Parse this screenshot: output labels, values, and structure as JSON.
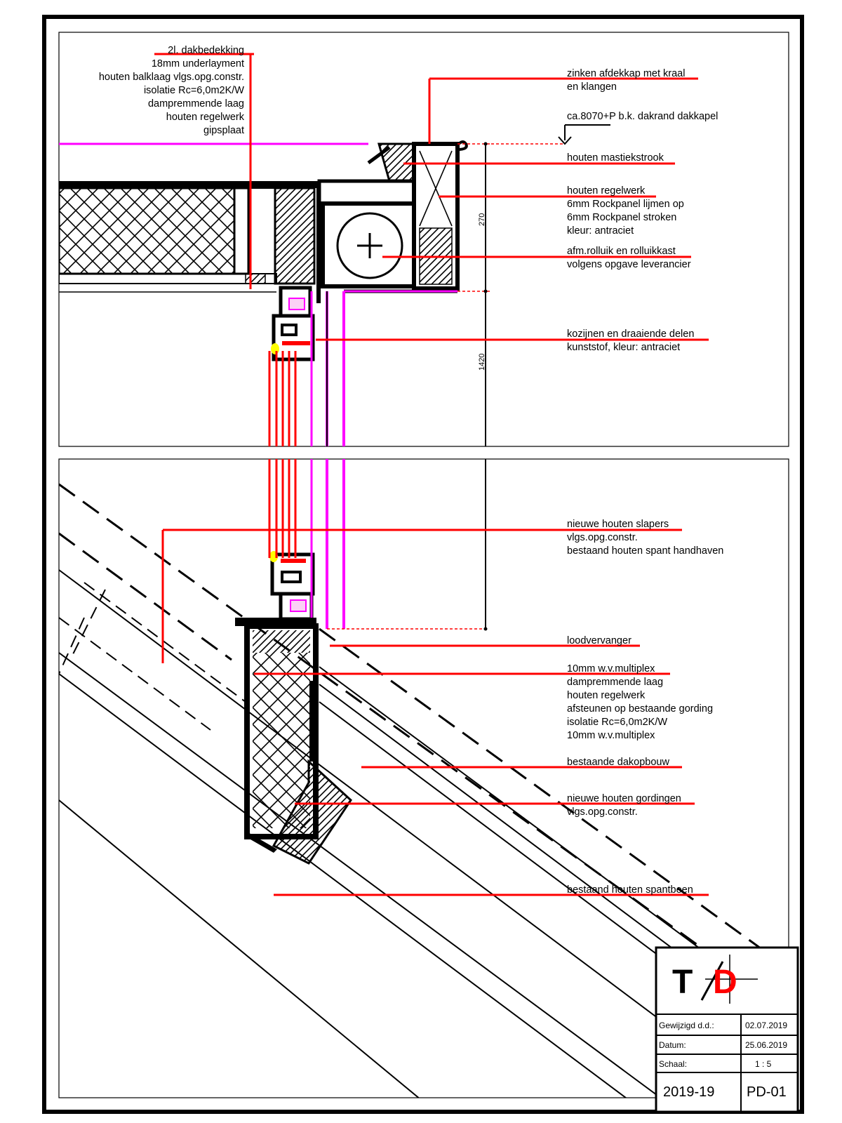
{
  "colors": {
    "frame": "#000000",
    "leader": "#ff0000",
    "membrane": "#ff00ff",
    "glass": "#ff0000",
    "seal": "#ffff00"
  },
  "top_section": {
    "left_labels": [
      "2l. dakbedekking",
      "18mm underlayment",
      "houten balklaag vlgs.opg.constr.",
      "isolatie Rc=6,0m2K/W",
      "dampremmende laag",
      "houten regelwerk",
      "gipsplaat"
    ],
    "callouts": [
      {
        "lines": [
          "zinken afdekkap met kraal",
          "en klangen"
        ]
      },
      {
        "lines": [
          "ca.8070+P b.k. dakrand dakkapel"
        ]
      },
      {
        "lines": [
          "houten mastiekstrook"
        ]
      },
      {
        "lines": [
          "houten regelwerk",
          "6mm Rockpanel lijmen op",
          "6mm Rockpanel stroken",
          "kleur: antraciet"
        ]
      },
      {
        "lines": [
          "afm.rolluik en rolluikkast",
          "volgens opgave leverancier"
        ]
      },
      {
        "lines": [
          "kozijnen en draaiende delen",
          "kunststof, kleur: antraciet"
        ]
      }
    ],
    "dimensions": [
      "270",
      "1420"
    ]
  },
  "bottom_section": {
    "callouts": [
      {
        "lines": [
          "nieuwe houten slapers",
          "vlgs.opg.constr.",
          "bestaand houten spant handhaven"
        ]
      },
      {
        "lines": [
          "loodvervanger"
        ]
      },
      {
        "lines": [
          "10mm w.v.multiplex",
          "dampremmende laag",
          "houten regelwerk",
          "afsteunen op bestaande gording",
          "isolatie Rc=6,0m2K/W",
          "10mm w.v.multiplex"
        ]
      },
      {
        "lines": [
          "bestaande dakopbouw"
        ]
      },
      {
        "lines": [
          "nieuwe houten gordingen",
          "vlgs.opg.constr."
        ]
      },
      {
        "lines": [
          "bestaand houten spantbeen"
        ]
      }
    ]
  },
  "title_block": {
    "logo_left": "T",
    "logo_right": "D",
    "rows": [
      {
        "label": "Gewijzigd d.d.:",
        "value": "02.07.2019"
      },
      {
        "label": "Datum:",
        "value": "25.06.2019"
      },
      {
        "label": "Schaal:",
        "value": "1 : 5"
      }
    ],
    "project_number": "2019-19",
    "drawing_number": "PD-01"
  }
}
